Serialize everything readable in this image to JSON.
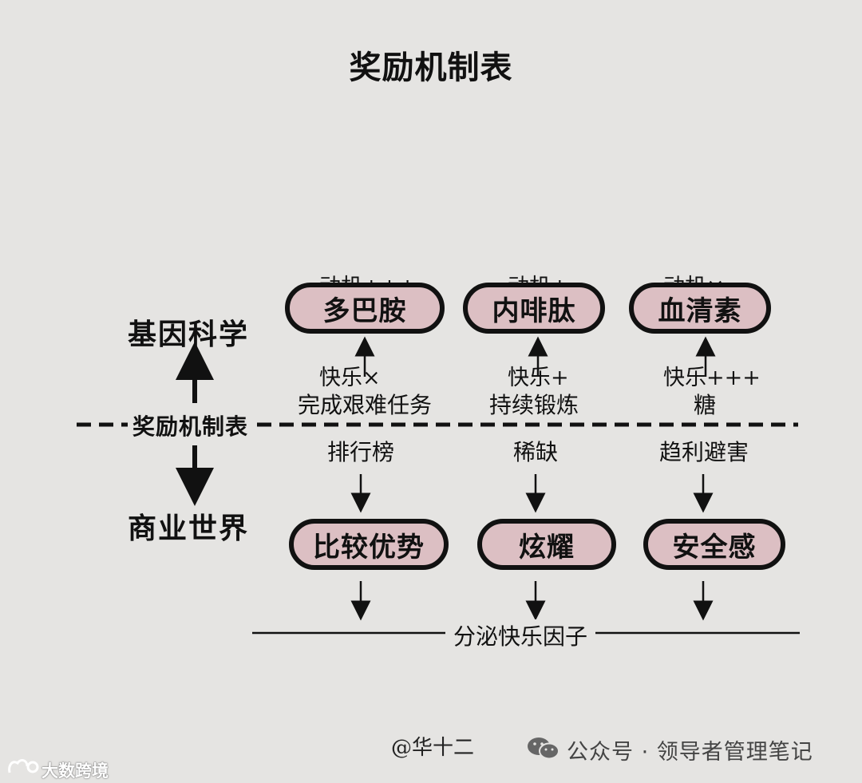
{
  "title": "奖励机制表",
  "side_labels": {
    "top": "基因科学",
    "middle": "奖励机制表",
    "bottom": "商业世界"
  },
  "columns": [
    {
      "stats": [
        "动机+++",
        "快乐×"
      ],
      "gene_box": "多巴胺",
      "gene_cause": "完成艰难任务",
      "biz_cause": "排行榜",
      "biz_box": "比较优势"
    },
    {
      "stats": [
        "动机+",
        "快乐+"
      ],
      "gene_box": "内啡肽",
      "gene_cause": "持续锻炼",
      "biz_cause": "稀缺",
      "biz_box": "炫耀"
    },
    {
      "stats": [
        "动机×",
        "快乐+++"
      ],
      "gene_box": "血清素",
      "gene_cause": "糖",
      "biz_cause": "趋利避害",
      "biz_box": "安全感"
    }
  ],
  "bottom_label": "分泌快乐因子",
  "footer": {
    "author": "@华十二",
    "wechat": "公众号 · 领导者管理笔记",
    "watermark": "大数跨境"
  },
  "colors": {
    "background": "#e5e4e2",
    "box_fill": "#dcbfc3",
    "ink": "#111111"
  },
  "icons": {
    "center_divider": "dashed-line",
    "wechat": "wechat-icon",
    "watermark": "watermark-logo-icon"
  }
}
